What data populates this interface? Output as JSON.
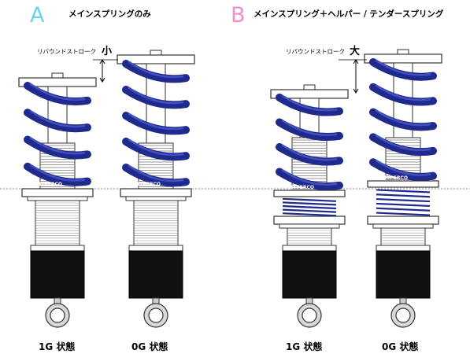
{
  "colors": {
    "letter_a": "#6fd0ec",
    "letter_b": "#ef8fd0",
    "spring_blue": "#1f2a8c",
    "spring_highlight": "#4a5bd0",
    "body_black": "#111111"
  },
  "section_a": {
    "letter": "A",
    "title": "メインスプリングのみ",
    "stroke_label": "リバウンドストローク",
    "stroke_size": "小"
  },
  "section_b": {
    "letter": "B",
    "title": "メインスプリング＋ヘルパー / テンダースプリング",
    "stroke_label": "リバウンドストローク",
    "stroke_size": "大"
  },
  "spring_brand": "HYPERCO",
  "states": {
    "a_1g": "1G 状態",
    "a_0g": "0G 状態",
    "b_1g": "1G 状態",
    "b_0g": "0G 状態"
  }
}
